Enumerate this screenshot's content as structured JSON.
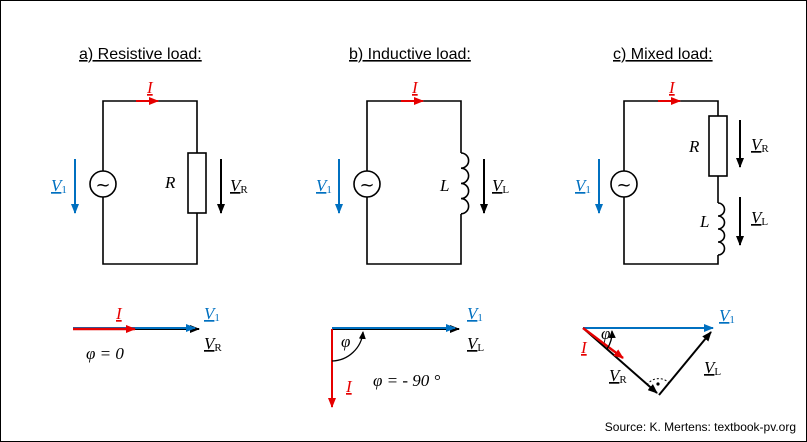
{
  "colors": {
    "current": "#e60000",
    "source_voltage": "#0070c0",
    "other_voltage": "#000000"
  },
  "panels": [
    {
      "title": "a) Resistive load:",
      "component": "R",
      "component_voltage": "V",
      "component_voltage_sub": "R",
      "phase_label": "φ = 0"
    },
    {
      "title": "b) Inductive load:",
      "component": "L",
      "component_voltage": "V",
      "component_voltage_sub": "L",
      "phase_label": "φ = - 90 °"
    },
    {
      "title": "c) Mixed load:",
      "component_r": "R",
      "component_l": "L",
      "voltage_r_sub": "R",
      "voltage_l_sub": "L",
      "phase_symbol": "φ"
    }
  ],
  "symbols": {
    "current": "I",
    "voltage": "V",
    "source_sub": "1",
    "phi": "φ",
    "source_glyph": "~"
  },
  "source_note": "Source: K. Mertens: textbook-pv.org"
}
